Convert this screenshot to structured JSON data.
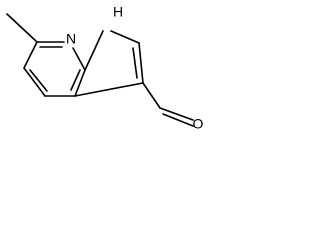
{
  "structure": {
    "atoms": {
      "ring_nitrogen": "N",
      "pyrrole_nitrogen": "H",
      "aldehyde_oxygen": "O"
    }
  }
}
